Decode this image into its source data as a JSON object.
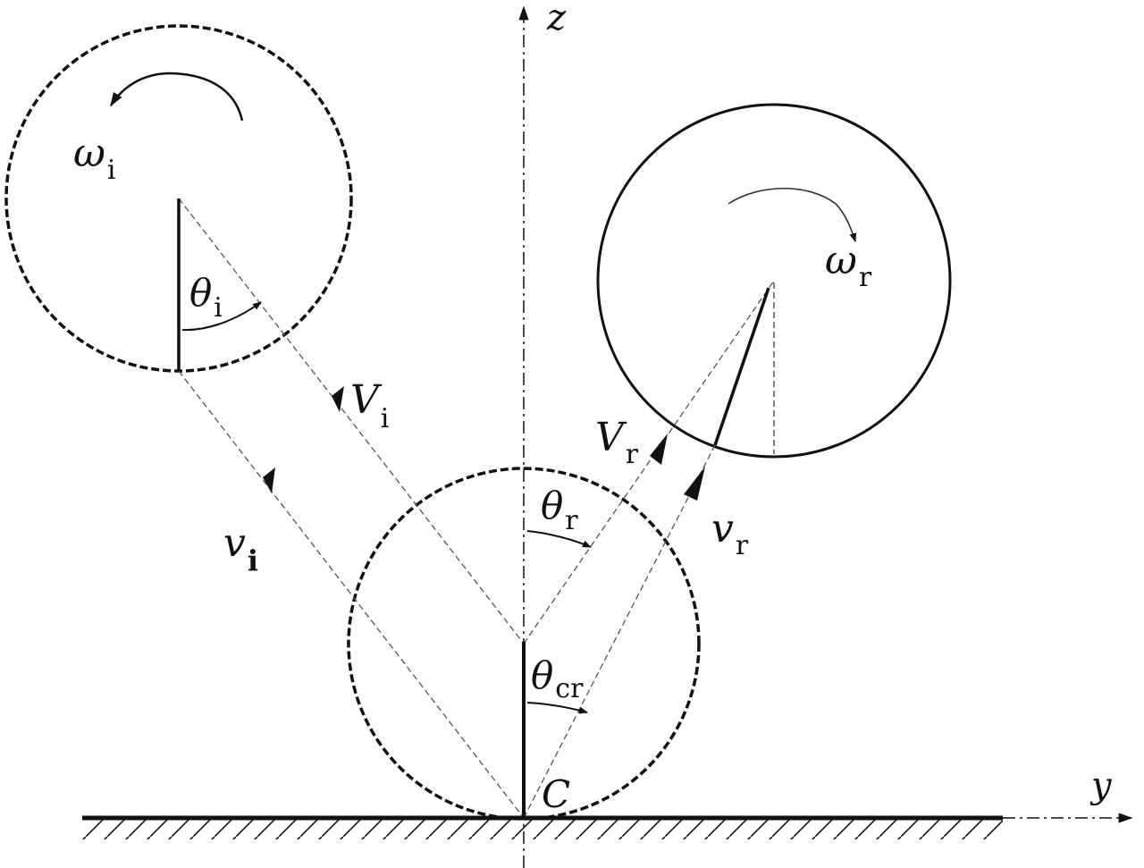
{
  "axes": {
    "z_label": "z",
    "y_label": "y"
  },
  "contact_point": {
    "label": "C"
  },
  "incident": {
    "omega": {
      "symbol": "ω",
      "sub": "i"
    },
    "theta": {
      "symbol": "θ",
      "sub": "i"
    },
    "V": {
      "symbol": "V",
      "sub": "i"
    },
    "v": {
      "symbol": "v",
      "sub": "i"
    }
  },
  "rebound": {
    "omega": {
      "symbol": "ω",
      "sub": "r"
    },
    "theta": {
      "symbol": "θ",
      "sub": "r"
    },
    "V": {
      "symbol": "V",
      "sub": "r"
    },
    "v": {
      "symbol": "v",
      "sub": "r"
    }
  },
  "contact": {
    "theta": {
      "symbol": "θ",
      "sub": "cr"
    }
  },
  "colors": {
    "ink": "#111111",
    "background": "#ffffff"
  }
}
